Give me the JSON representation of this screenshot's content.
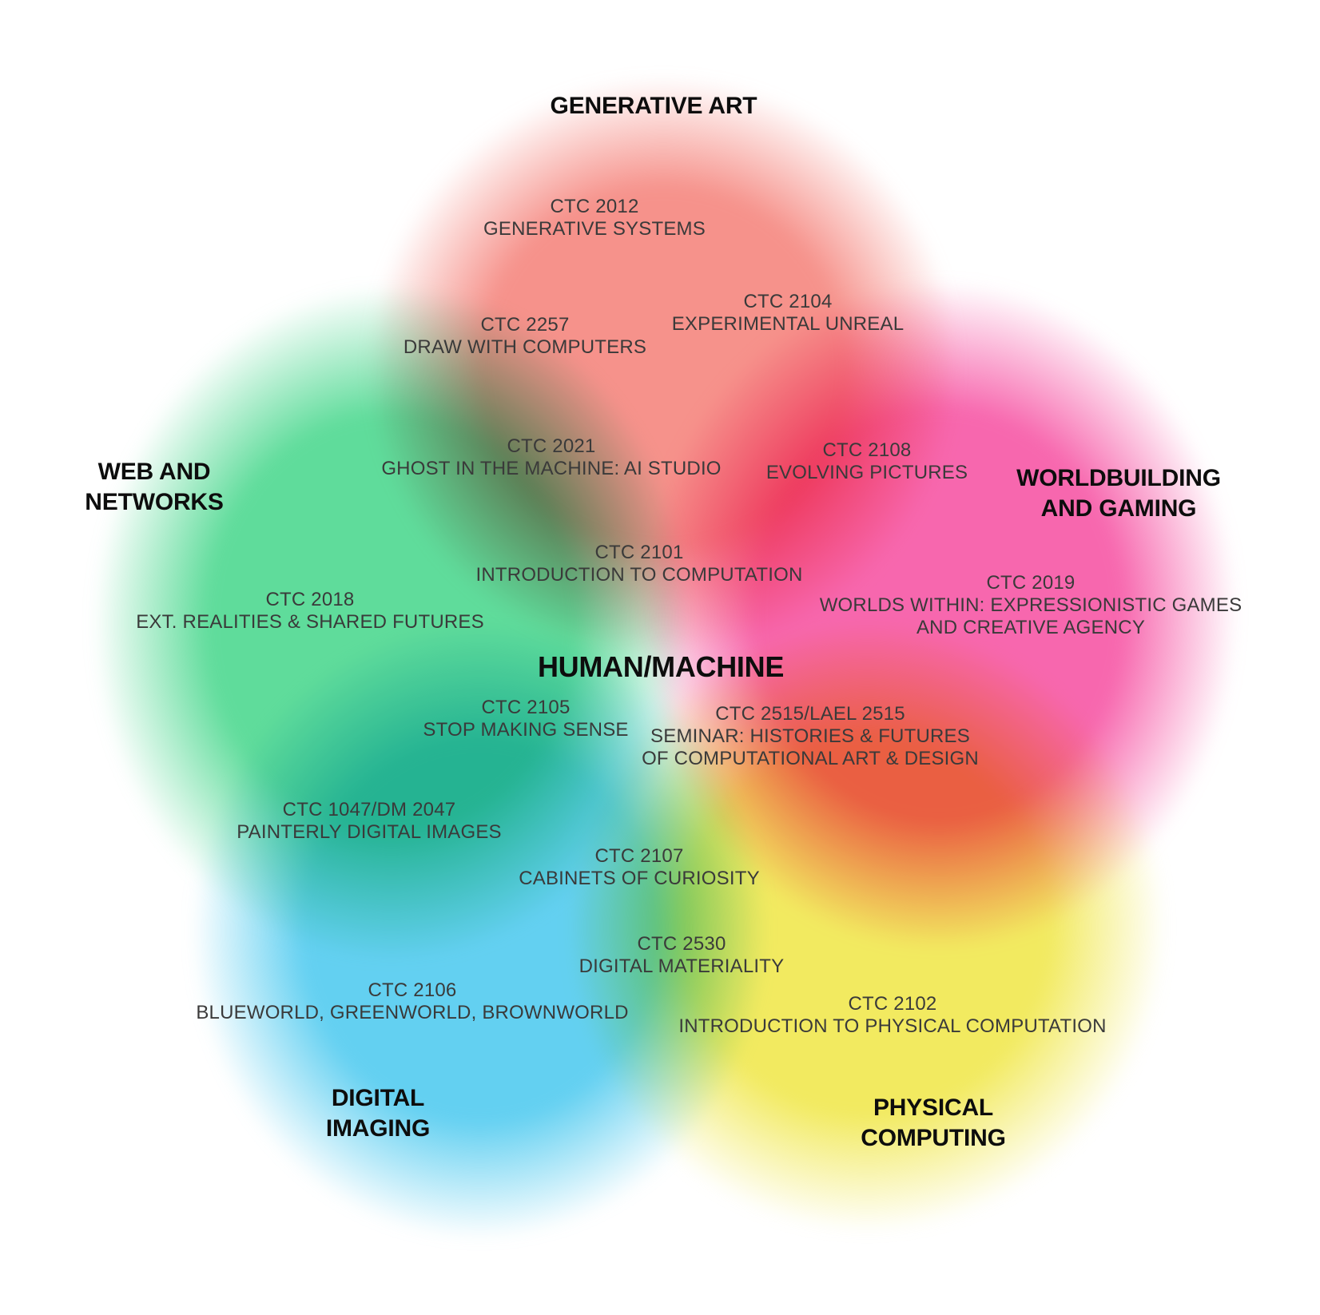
{
  "diagram": {
    "center_label": "HUMAN/MACHINE",
    "circles": {
      "generative_art": {
        "label_lines": [
          "GENERATIVE ART"
        ],
        "color": "#F6928B"
      },
      "web_networks": {
        "label_lines": [
          "WEB AND",
          "NETWORKS"
        ],
        "color": "#5FDC9B"
      },
      "worldbuilding": {
        "label_lines": [
          "WORLDBUILDING",
          "AND GAMING"
        ],
        "color": "#F767AE"
      },
      "digital_imaging": {
        "label_lines": [
          "DIGITAL",
          "IMAGING"
        ],
        "color": "#63D0F1"
      },
      "physical_computing": {
        "label_lines": [
          "PHYSICAL",
          "COMPUTING"
        ],
        "color": "#F2EA60"
      }
    },
    "courses": [
      {
        "code": "CTC 2012",
        "title_lines": [
          "GENERATIVE SYSTEMS"
        ]
      },
      {
        "code": "CTC 2104",
        "title_lines": [
          "EXPERIMENTAL UNREAL"
        ]
      },
      {
        "code": "CTC 2257",
        "title_lines": [
          "DRAW WITH COMPUTERS"
        ]
      },
      {
        "code": "CTC 2021",
        "title_lines": [
          "GHOST IN THE MACHINE: AI STUDIO"
        ]
      },
      {
        "code": "CTC 2108",
        "title_lines": [
          "EVOLVING PICTURES"
        ]
      },
      {
        "code": "CTC 2101",
        "title_lines": [
          "INTRODUCTION TO COMPUTATION"
        ]
      },
      {
        "code": "CTC 2018",
        "title_lines": [
          "EXT. REALITIES & SHARED FUTURES"
        ]
      },
      {
        "code": "CTC 2019",
        "title_lines": [
          "WORLDS WITHIN: EXPRESSIONISTIC GAMES",
          "AND CREATIVE AGENCY"
        ]
      },
      {
        "code": "CTC 2105",
        "title_lines": [
          "STOP MAKING SENSE"
        ]
      },
      {
        "code": "CTC 2515/LAEL 2515",
        "title_lines": [
          "SEMINAR: HISTORIES & FUTURES",
          "OF COMPUTATIONAL ART & DESIGN"
        ]
      },
      {
        "code": "CTC 1047/DM 2047",
        "title_lines": [
          "PAINTERLY DIGITAL IMAGES"
        ]
      },
      {
        "code": "CTC 2107",
        "title_lines": [
          "CABINETS OF CURIOSITY"
        ]
      },
      {
        "code": "CTC 2530",
        "title_lines": [
          "DIGITAL MATERIALITY"
        ]
      },
      {
        "code": "CTC 2106",
        "title_lines": [
          "BLUEWORLD, GREENWORLD, BROWNWORLD"
        ]
      },
      {
        "code": "CTC 2102",
        "title_lines": [
          "INTRODUCTION TO PHYSICAL COMPUTATION"
        ]
      }
    ]
  }
}
